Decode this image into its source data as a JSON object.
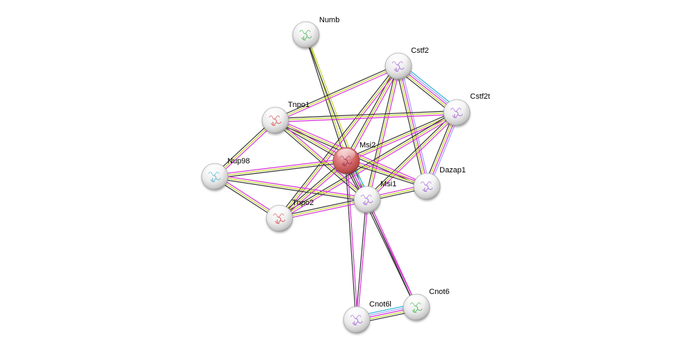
{
  "title": "Protein interaction network",
  "query_node": "Msi2",
  "edge_colors": {
    "textmining": "#c4d62e",
    "coexpression": "#333333",
    "experiments": "#d82fd8",
    "databases": "#26b5d6",
    "homology": "#9f9fff"
  },
  "node_colors": {
    "default": "#e6e6e6",
    "query": "#d46a6a"
  },
  "nodes": [
    {
      "id": "Numb",
      "label": "Numb",
      "query": false,
      "glyph": "#3db54a"
    },
    {
      "id": "Cstf2",
      "label": "Cstf2",
      "query": false,
      "glyph": "#a260d4"
    },
    {
      "id": "Cstf2t",
      "label": "Cstf2t",
      "query": false,
      "glyph": "#a260d4"
    },
    {
      "id": "Tnpo1",
      "label": "Tnpo1",
      "query": false,
      "glyph": "#d84a4a"
    },
    {
      "id": "Msi2",
      "label": "Msi2",
      "query": true,
      "glyph": "#8a2d5a"
    },
    {
      "id": "Nup98",
      "label": "Nup98",
      "query": false,
      "glyph": "#4ab0d0"
    },
    {
      "id": "Dazap1",
      "label": "Dazap1",
      "query": false,
      "glyph": "#a260d4"
    },
    {
      "id": "Msi1",
      "label": "Msi1",
      "query": false,
      "glyph": "#a260d4"
    },
    {
      "id": "Tnpo2",
      "label": "Tnpo2",
      "query": false,
      "glyph": "#d84a4a"
    },
    {
      "id": "Cnot6l",
      "label": "Cnot6l",
      "query": false,
      "glyph": "#a260d4"
    },
    {
      "id": "Cnot6",
      "label": "Cnot6",
      "query": false,
      "glyph": "#3db54a"
    }
  ],
  "edges": [
    {
      "source": "Numb",
      "target": "Msi2",
      "evidence": [
        "textmining",
        "coexpression"
      ]
    },
    {
      "source": "Numb",
      "target": "Msi1",
      "evidence": [
        "textmining",
        "coexpression"
      ]
    },
    {
      "source": "Cstf2",
      "target": "Cstf2t",
      "evidence": [
        "databases",
        "homology",
        "experiments",
        "textmining",
        "coexpression"
      ]
    },
    {
      "source": "Cstf2",
      "target": "Tnpo1",
      "evidence": [
        "experiments",
        "textmining",
        "coexpression"
      ]
    },
    {
      "source": "Cstf2",
      "target": "Msi2",
      "evidence": [
        "experiments",
        "textmining",
        "coexpression"
      ]
    },
    {
      "source": "Cstf2",
      "target": "Msi1",
      "evidence": [
        "experiments",
        "textmining",
        "coexpression"
      ]
    },
    {
      "source": "Cstf2",
      "target": "Dazap1",
      "evidence": [
        "homology",
        "experiments",
        "textmining",
        "coexpression"
      ]
    },
    {
      "source": "Cstf2",
      "target": "Tnpo2",
      "evidence": [
        "experiments",
        "textmining",
        "coexpression"
      ]
    },
    {
      "source": "Cstf2t",
      "target": "Tnpo1",
      "evidence": [
        "experiments",
        "textmining",
        "coexpression"
      ]
    },
    {
      "source": "Cstf2t",
      "target": "Msi2",
      "evidence": [
        "experiments",
        "textmining",
        "coexpression"
      ]
    },
    {
      "source": "Cstf2t",
      "target": "Msi1",
      "evidence": [
        "experiments",
        "textmining",
        "coexpression"
      ]
    },
    {
      "source": "Cstf2t",
      "target": "Dazap1",
      "evidence": [
        "homology",
        "experiments",
        "textmining",
        "coexpression"
      ]
    },
    {
      "source": "Cstf2t",
      "target": "Tnpo2",
      "evidence": [
        "experiments",
        "textmining",
        "coexpression"
      ]
    },
    {
      "source": "Tnpo1",
      "target": "Nup98",
      "evidence": [
        "experiments",
        "textmining",
        "coexpression"
      ]
    },
    {
      "source": "Tnpo1",
      "target": "Msi2",
      "evidence": [
        "experiments",
        "textmining",
        "coexpression"
      ]
    },
    {
      "source": "Tnpo1",
      "target": "Msi1",
      "evidence": [
        "experiments",
        "textmining",
        "coexpression"
      ]
    },
    {
      "source": "Tnpo1",
      "target": "Dazap1",
      "evidence": [
        "experiments",
        "textmining",
        "coexpression"
      ]
    },
    {
      "source": "Nup98",
      "target": "Msi2",
      "evidence": [
        "experiments",
        "textmining",
        "coexpression"
      ]
    },
    {
      "source": "Nup98",
      "target": "Msi1",
      "evidence": [
        "experiments",
        "textmining",
        "coexpression"
      ]
    },
    {
      "source": "Nup98",
      "target": "Tnpo2",
      "evidence": [
        "experiments",
        "textmining",
        "coexpression"
      ]
    },
    {
      "source": "Msi2",
      "target": "Msi1",
      "evidence": [
        "databases",
        "homology",
        "experiments",
        "textmining",
        "coexpression"
      ]
    },
    {
      "source": "Msi2",
      "target": "Dazap1",
      "evidence": [
        "experiments",
        "textmining",
        "coexpression"
      ]
    },
    {
      "source": "Msi2",
      "target": "Tnpo2",
      "evidence": [
        "experiments",
        "textmining",
        "coexpression"
      ]
    },
    {
      "source": "Msi2",
      "target": "Cnot6l",
      "evidence": [
        "experiments",
        "coexpression"
      ]
    },
    {
      "source": "Msi2",
      "target": "Cnot6",
      "evidence": [
        "experiments",
        "coexpression"
      ]
    },
    {
      "source": "Msi1",
      "target": "Dazap1",
      "evidence": [
        "experiments",
        "textmining",
        "coexpression"
      ]
    },
    {
      "source": "Msi1",
      "target": "Tnpo2",
      "evidence": [
        "experiments",
        "textmining",
        "coexpression"
      ]
    },
    {
      "source": "Msi1",
      "target": "Cnot6l",
      "evidence": [
        "experiments",
        "coexpression"
      ]
    },
    {
      "source": "Msi1",
      "target": "Cnot6",
      "evidence": [
        "experiments",
        "coexpression"
      ]
    },
    {
      "source": "Cnot6l",
      "target": "Cnot6",
      "evidence": [
        "databases",
        "homology",
        "experiments",
        "textmining",
        "coexpression"
      ]
    }
  ]
}
